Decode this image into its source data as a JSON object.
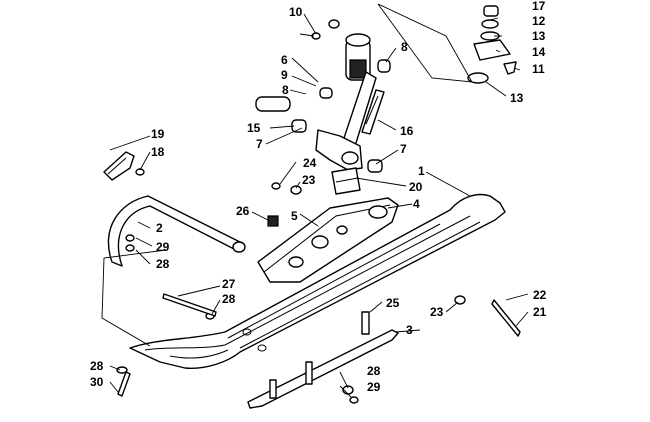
{
  "callouts": [
    {
      "id": "c1",
      "text": "1"
    },
    {
      "id": "c2",
      "text": "2"
    },
    {
      "id": "c3",
      "text": "3"
    },
    {
      "id": "c4",
      "text": "4"
    },
    {
      "id": "c5",
      "text": "5"
    },
    {
      "id": "c6",
      "text": "6"
    },
    {
      "id": "c7a",
      "text": "7"
    },
    {
      "id": "c7b",
      "text": "7"
    },
    {
      "id": "c8a",
      "text": "8"
    },
    {
      "id": "c8b",
      "text": "8"
    },
    {
      "id": "c9",
      "text": "9"
    },
    {
      "id": "c10",
      "text": "10"
    },
    {
      "id": "c11",
      "text": "11"
    },
    {
      "id": "c12",
      "text": "12"
    },
    {
      "id": "c13a",
      "text": "13"
    },
    {
      "id": "c13b",
      "text": "13"
    },
    {
      "id": "c14",
      "text": "14"
    },
    {
      "id": "c15",
      "text": "15"
    },
    {
      "id": "c16",
      "text": "16"
    },
    {
      "id": "c17",
      "text": "17"
    },
    {
      "id": "c18",
      "text": "18"
    },
    {
      "id": "c19",
      "text": "19"
    },
    {
      "id": "c20",
      "text": "20"
    },
    {
      "id": "c21",
      "text": "21"
    },
    {
      "id": "c22",
      "text": "22"
    },
    {
      "id": "c23a",
      "text": "23"
    },
    {
      "id": "c23b",
      "text": "23"
    },
    {
      "id": "c24",
      "text": "24"
    },
    {
      "id": "c25",
      "text": "25"
    },
    {
      "id": "c26",
      "text": "26"
    },
    {
      "id": "c27",
      "text": "27"
    },
    {
      "id": "c28a",
      "text": "28"
    },
    {
      "id": "c28b",
      "text": "28"
    },
    {
      "id": "c28c",
      "text": "28"
    },
    {
      "id": "c28d",
      "text": "28"
    },
    {
      "id": "c29a",
      "text": "29"
    },
    {
      "id": "c29b",
      "text": "29"
    },
    {
      "id": "c30",
      "text": "30"
    }
  ]
}
